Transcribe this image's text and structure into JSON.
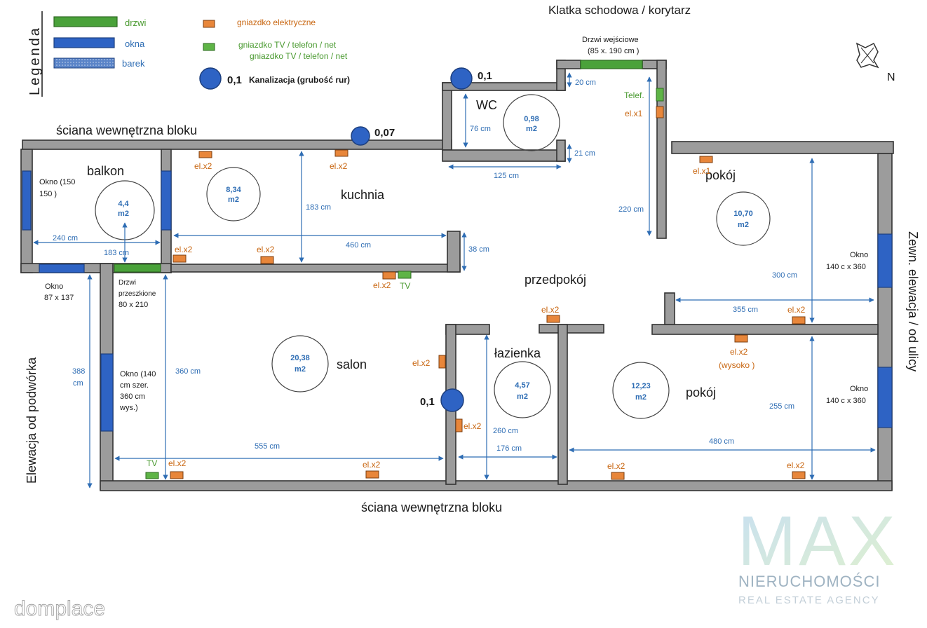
{
  "legend": {
    "title": "Legenda",
    "door": "drzwi",
    "window": "okna",
    "bar": "barek",
    "socket": "gniazdko elektryczne",
    "tv_socket_1": "gniazdko TV / telefon / net",
    "tv_socket_2": "gniazdko TV / telefon / net",
    "pipe_value": "0,1",
    "pipe_label": "Kanalizacja (grubość rur)"
  },
  "labels": {
    "staircase": "Klatka schodowa / korytarz",
    "north": "N",
    "inner_wall_top": "ściana wewnętrzna bloku",
    "inner_wall_bottom": "ściana wewnętrzna bloku",
    "elev_yard": "Elewacja od podwórka",
    "elev_street": "Zewn. elewacja / od ulicy",
    "entrance_door_1": "Drzwi wejściowe",
    "entrance_door_2": "(85 x. 190 cm )",
    "telef": "Telef.",
    "wc": "WC",
    "balkon": "balkon",
    "kuchnia": "kuchnia",
    "przedpokoj": "przedpokój",
    "salon": "salon",
    "lazienka": "łazienka",
    "pokoj_top": "pokój",
    "pokoj_bottom": "pokój"
  },
  "pipes": {
    "top": "0,1",
    "wall": "0,07",
    "bath": "0,1"
  },
  "areas": {
    "wc": [
      "0,98",
      "m2"
    ],
    "balkon": [
      "4,4",
      "m2"
    ],
    "kuchnia": [
      "8,34",
      "m2"
    ],
    "pokoj_top": [
      "10,70",
      "m2"
    ],
    "salon": [
      "20,38",
      "m2"
    ],
    "lazienka": [
      "4,57",
      "m2"
    ],
    "pokoj_bottom": [
      "12,23",
      "m2"
    ]
  },
  "dims": {
    "d20": "20 cm",
    "d76": "76 cm",
    "d21": "21 cm",
    "d125": "125 cm",
    "d220": "220 cm",
    "d240": "240 cm",
    "d183a": "183 cm",
    "d183b": "183 cm",
    "d460": "460 cm",
    "d38": "38 cm",
    "d300": "300 cm",
    "d355": "355 cm",
    "d388a": "388",
    "d388b": "cm",
    "d360": "360 cm",
    "d555": "555 cm",
    "d260": "260 cm",
    "d176": "176 cm",
    "d480": "480 cm",
    "d255": "255 cm"
  },
  "windows": {
    "balkon_1": "Okno (150",
    "balkon_2": "150 )",
    "small_1": "Okno",
    "small_2": "87 x 137",
    "salon_1": "Okno (140",
    "salon_2": "cm szer.",
    "salon_3": "360 cm",
    "salon_4": "wys.)",
    "right_top_1": "Okno",
    "right_top_2": "140 c x 360",
    "right_bot_1": "Okno",
    "right_bot_2": "140 c x 360",
    "glass_door_1": "Drzwi",
    "glass_door_2": "przeszkione",
    "glass_door_3": "80 x 210"
  },
  "sockets": {
    "elx1_a": "el.x1",
    "elx1_b": "el.x1",
    "k1": "el.x2",
    "k2": "el.x2",
    "k3": "el.x2",
    "k4": "el.x2",
    "k5": "el.x2",
    "tv1": "TV",
    "hall": "el.x2",
    "bath1": "el.x2",
    "bath2": "el.x2",
    "p355": "el.x2",
    "high_1": "el.x2",
    "high_2": "(wysoko )",
    "s_tv": "TV",
    "s1": "el.x2",
    "s2": "el.x2",
    "p1": "el.x2",
    "p2": "el.x2"
  },
  "branding": {
    "logo_text": "MAX",
    "company": "NIERUCHOMOŚCI",
    "tagline": "REAL ESTATE AGENCY",
    "watermark": "domplace"
  },
  "colors": {
    "wall": "#9c9c9c",
    "window": "#2e63c4",
    "door": "#4aa23a",
    "socket": "#e8863a",
    "dimension": "#2e6db4",
    "logo": "#a8cfe0"
  }
}
